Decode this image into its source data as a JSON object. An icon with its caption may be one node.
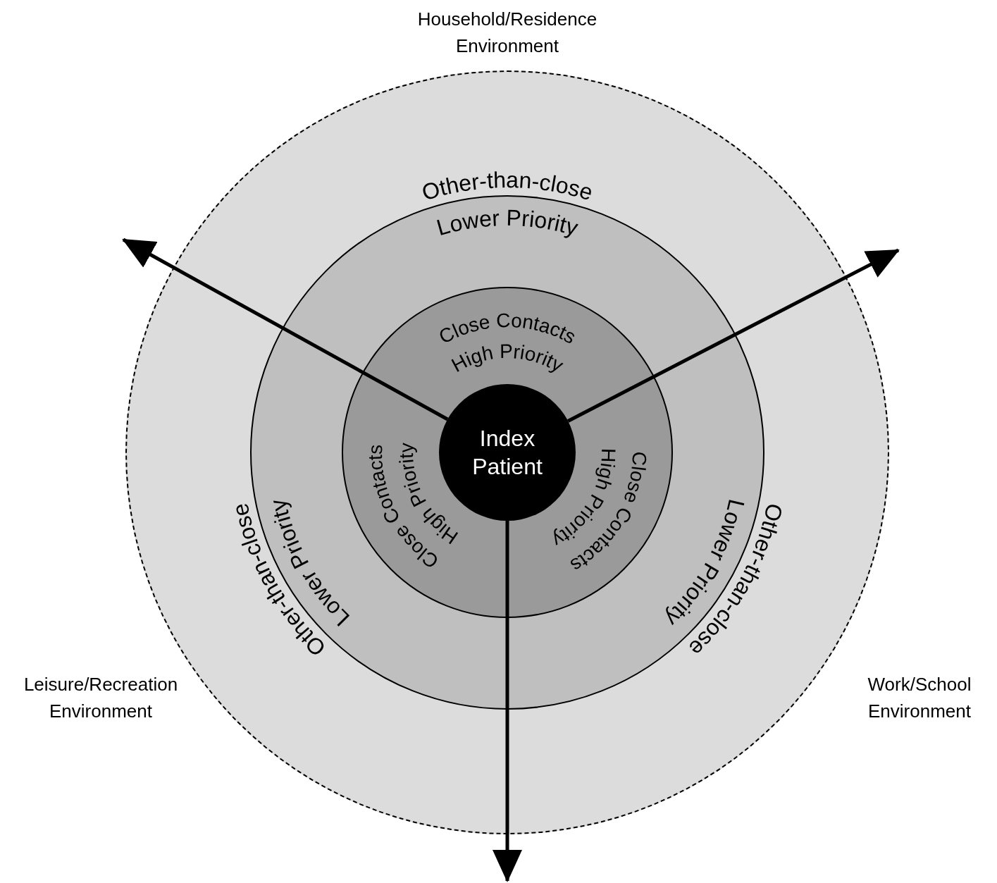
{
  "diagram": {
    "nodes": [
      {
        "text": [],
        "shape": "circle"
      },
      {
        "text": [
          "Other-than-close",
          "Lower Priority",
          "Other-than-close",
          "Lower Priority",
          "Other-than-close",
          "Lower Priority"
        ],
        "in": 0
      },
      {
        "text": [
          "Close Contacts",
          "High Priority",
          "Close Contacts",
          "High Priority",
          "Close Contacts",
          "High Priority"
        ],
        "in": 1
      },
      {
        "text": [
          "Index Patient"
        ],
        "in": 2
      }
    ],
    "edges": [
      {
        "from": 3,
        "to": null,
        "arrow": "to"
      },
      {
        "from": 3,
        "to": null,
        "arrow": "to"
      },
      {
        "from": 3,
        "to": null,
        "arrow": "to"
      }
    ],
    "labels": [
      "Household/Residence Environment",
      "Leisure/Recreation Environment",
      "Work/School Environment"
    ]
  }
}
